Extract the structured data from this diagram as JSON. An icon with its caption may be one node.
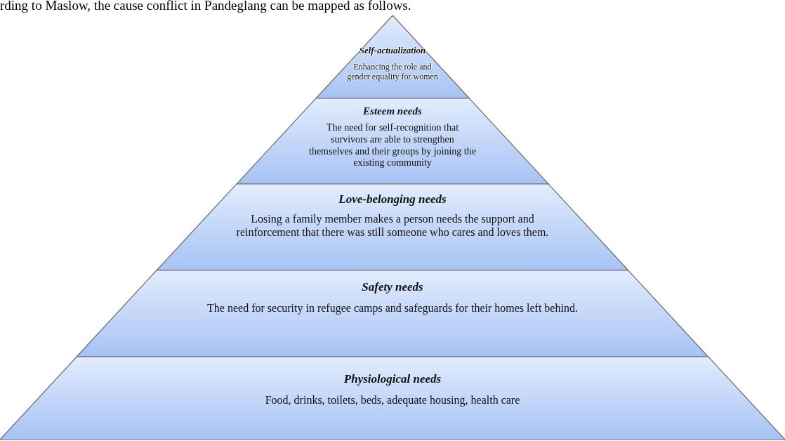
{
  "diagram": {
    "nodes": [
      {
        "text": [
          "Self-actualization",
          "Enhancing the role and gender equality for women"
        ]
      },
      {
        "text": [
          "Esteem needs",
          "The need for self-recognition that survivors are able to strengthen themselves and their groups by joining the existing community"
        ]
      },
      {
        "text": [
          "Love-belonging needs",
          "Losing a family member makes a person needs the support and reinforcement that there was still someone who cares and loves them."
        ]
      },
      {
        "text": [
          "Safety needs",
          "The need for security in refugee camps and safeguards for their homes left behind."
        ]
      },
      {
        "text": [
          "Physiological needs",
          "Food, drinks, toilets, beds, adequate housing, health care"
        ]
      }
    ],
    "labels": [
      "rding to Maslow, the cause conflict in Pandeglang can be mapped as follows."
    ]
  }
}
